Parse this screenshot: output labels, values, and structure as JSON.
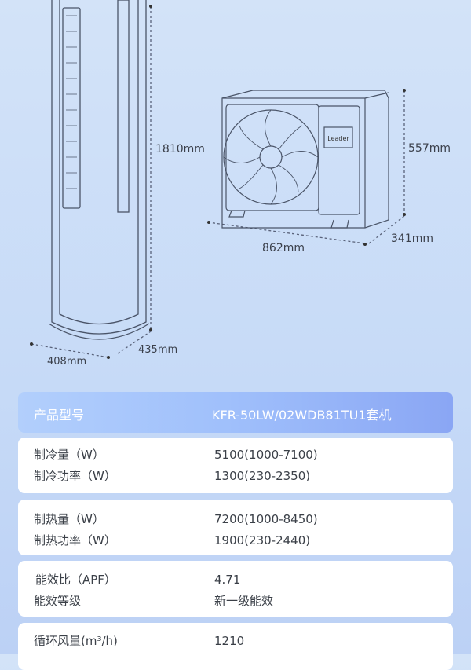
{
  "dimensions": {
    "indoor_height": "1810mm",
    "indoor_width": "408mm",
    "indoor_depth": "435mm",
    "outdoor_height": "557mm",
    "outdoor_width": "862mm",
    "outdoor_depth": "341mm",
    "brand_logo": "Leader"
  },
  "specs": {
    "header": {
      "label": "产品型号",
      "value": "KFR-50LW/02WDB81TU1套机"
    },
    "groups": [
      {
        "rows": [
          {
            "label": "制冷量（W）",
            "value": "5100(1000-7100)"
          },
          {
            "label": "制冷功率（W）",
            "value": "1300(230-2350)"
          }
        ]
      },
      {
        "rows": [
          {
            "label": "制热量（W）",
            "value": "7200(1000-8450)"
          },
          {
            "label": "制热功率（W）",
            "value": "1900(230-2440)"
          }
        ]
      },
      {
        "rows": [
          {
            "label": "能效比（APF）",
            "value": "4.71"
          },
          {
            "label": "能效等级",
            "value": "新一级能效"
          }
        ]
      },
      {
        "rows": [
          {
            "label": "循环风量(m³/h)",
            "value": "1210"
          }
        ]
      }
    ]
  }
}
